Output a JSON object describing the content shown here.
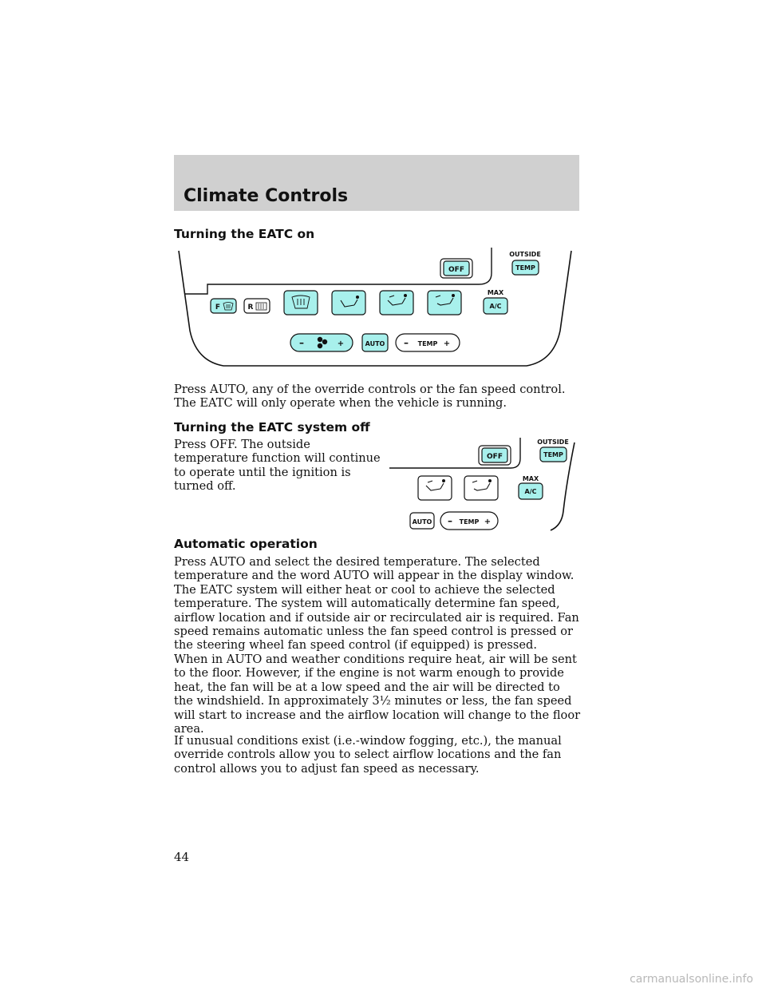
{
  "header": {
    "title": "Climate Controls"
  },
  "sections": [
    {
      "heading": "Turning the EATC on",
      "paragraphs": [
        "Press AUTO, any of the override controls or the fan speed control. The EATC will only operate when the vehicle is running."
      ]
    },
    {
      "heading": "Turning the EATC system off",
      "paragraphs": [
        "Press OFF. The outside temperature function will continue to operate until the ignition is turned off."
      ]
    },
    {
      "heading": "Automatic operation",
      "paragraphs": [
        "Press AUTO and select the desired temperature. The selected temperature and the word AUTO will appear in the display window. The EATC system will either heat or cool to achieve the selected temperature. The system will automatically determine fan speed, airflow location and if outside air or recirculated air is required. Fan speed remains automatic unless the fan speed control is pressed or the steering wheel fan speed control (if equipped) is pressed.",
        "When in AUTO and weather conditions require heat, air will be sent to the floor. However, if the engine is not warm enough to provide heat, the fan will be at a low speed and the air will be directed to the windshield. In approximately 3½ minutes or less, the fan speed will start to increase and the airflow location will change to the floor area.",
        "If unusual conditions exist (i.e.-window fogging, etc.), the manual override controls allow you to select airflow locations and the fan control allows you to adjust fan speed as necessary."
      ]
    }
  ],
  "panel_full": {
    "off_label": "OFF",
    "outside_label": "OUTSIDE",
    "temp_label": "TEMP",
    "max_label": "MAX",
    "ac_label": "A/C",
    "front_defrost_label": "F",
    "rear_defrost_label": "R",
    "fan_minus": "–",
    "fan_plus": "+",
    "auto_label": "AUTO",
    "temp_control_label": "TEMP",
    "temp_minus": "–",
    "temp_plus": "+"
  },
  "panel_partial": {
    "off_label": "OFF",
    "outside_label": "OUTSIDE",
    "temp_label": "TEMP",
    "max_label": "MAX",
    "ac_label": "A/C",
    "auto_label": "AUTO",
    "temp_control_label": "TEMP",
    "temp_minus": "–",
    "temp_plus": "+"
  },
  "page_number": "44",
  "watermark": "carmanualsonline.info",
  "colors": {
    "button_fill": "#a8f0ec",
    "header_band": "#d0d0d0"
  }
}
